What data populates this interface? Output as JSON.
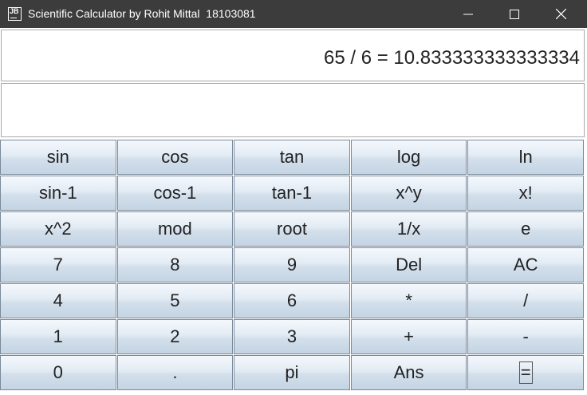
{
  "window": {
    "icon_text": "JB",
    "title": "Scientific Calculator by Rohit Mittal  18103081"
  },
  "display": {
    "result": "65 / 6 = 10.833333333333334"
  },
  "input": {
    "value": ""
  },
  "keypad": {
    "rows": [
      [
        "sin",
        "cos",
        "tan",
        "log",
        "ln"
      ],
      [
        "sin-1",
        "cos-1",
        "tan-1",
        "x^y",
        "x!"
      ],
      [
        "x^2",
        "mod",
        "root",
        "1/x",
        "e"
      ],
      [
        "7",
        "8",
        "9",
        "Del",
        "AC"
      ],
      [
        "4",
        "5",
        "6",
        "*",
        "/"
      ],
      [
        "1",
        "2",
        "3",
        "+",
        "-"
      ],
      [
        "0",
        ".",
        "pi",
        "Ans",
        "="
      ]
    ],
    "focused_key": "="
  },
  "icons": {
    "minimize": "minimize-icon",
    "maximize": "maximize-icon",
    "close": "close-icon"
  }
}
